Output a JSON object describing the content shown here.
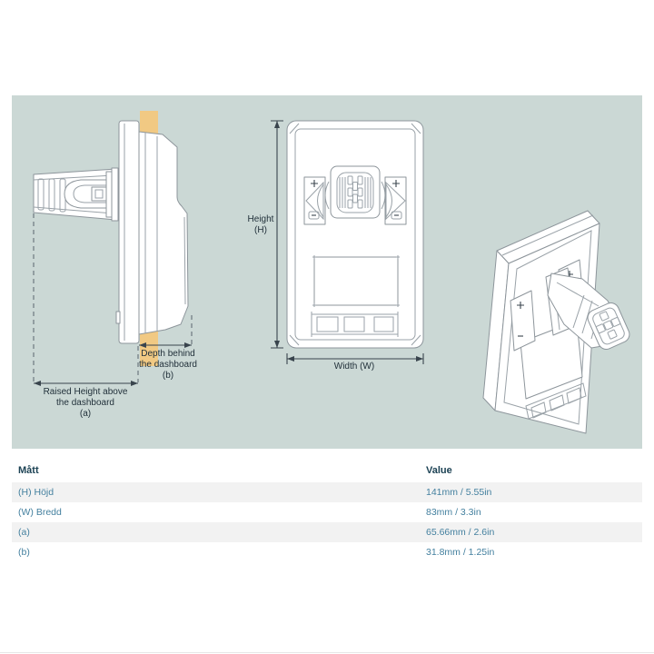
{
  "diagram": {
    "labels": {
      "height": "Height\n(H)",
      "width": "Width (W)",
      "depth_behind": "Depth behind\nthe dashboard\n(b)",
      "raised_height": "Raised Height above\nthe dashboard\n(a)"
    },
    "colors": {
      "panel_background": "#cbd8d5",
      "dashboard_cross_section": "#f1c983",
      "line_art": "#8d959b",
      "dimension_text": "#1f2e38"
    }
  },
  "table": {
    "header": {
      "dimension": "Mått",
      "value": "Value"
    },
    "rows": [
      {
        "label": "(H) Höjd",
        "value": "141mm / 5.55in"
      },
      {
        "label": "(W) Bredd",
        "value": "83mm / 3.3in"
      },
      {
        "label": "(a)",
        "value": "65.66mm / 2.6in"
      },
      {
        "label": "(b)",
        "value": "31.8mm / 1.25in"
      }
    ],
    "colors": {
      "header_text": "#1c4254",
      "row_text": "#44809f",
      "alt_row_background": "#f2f2f2"
    }
  }
}
